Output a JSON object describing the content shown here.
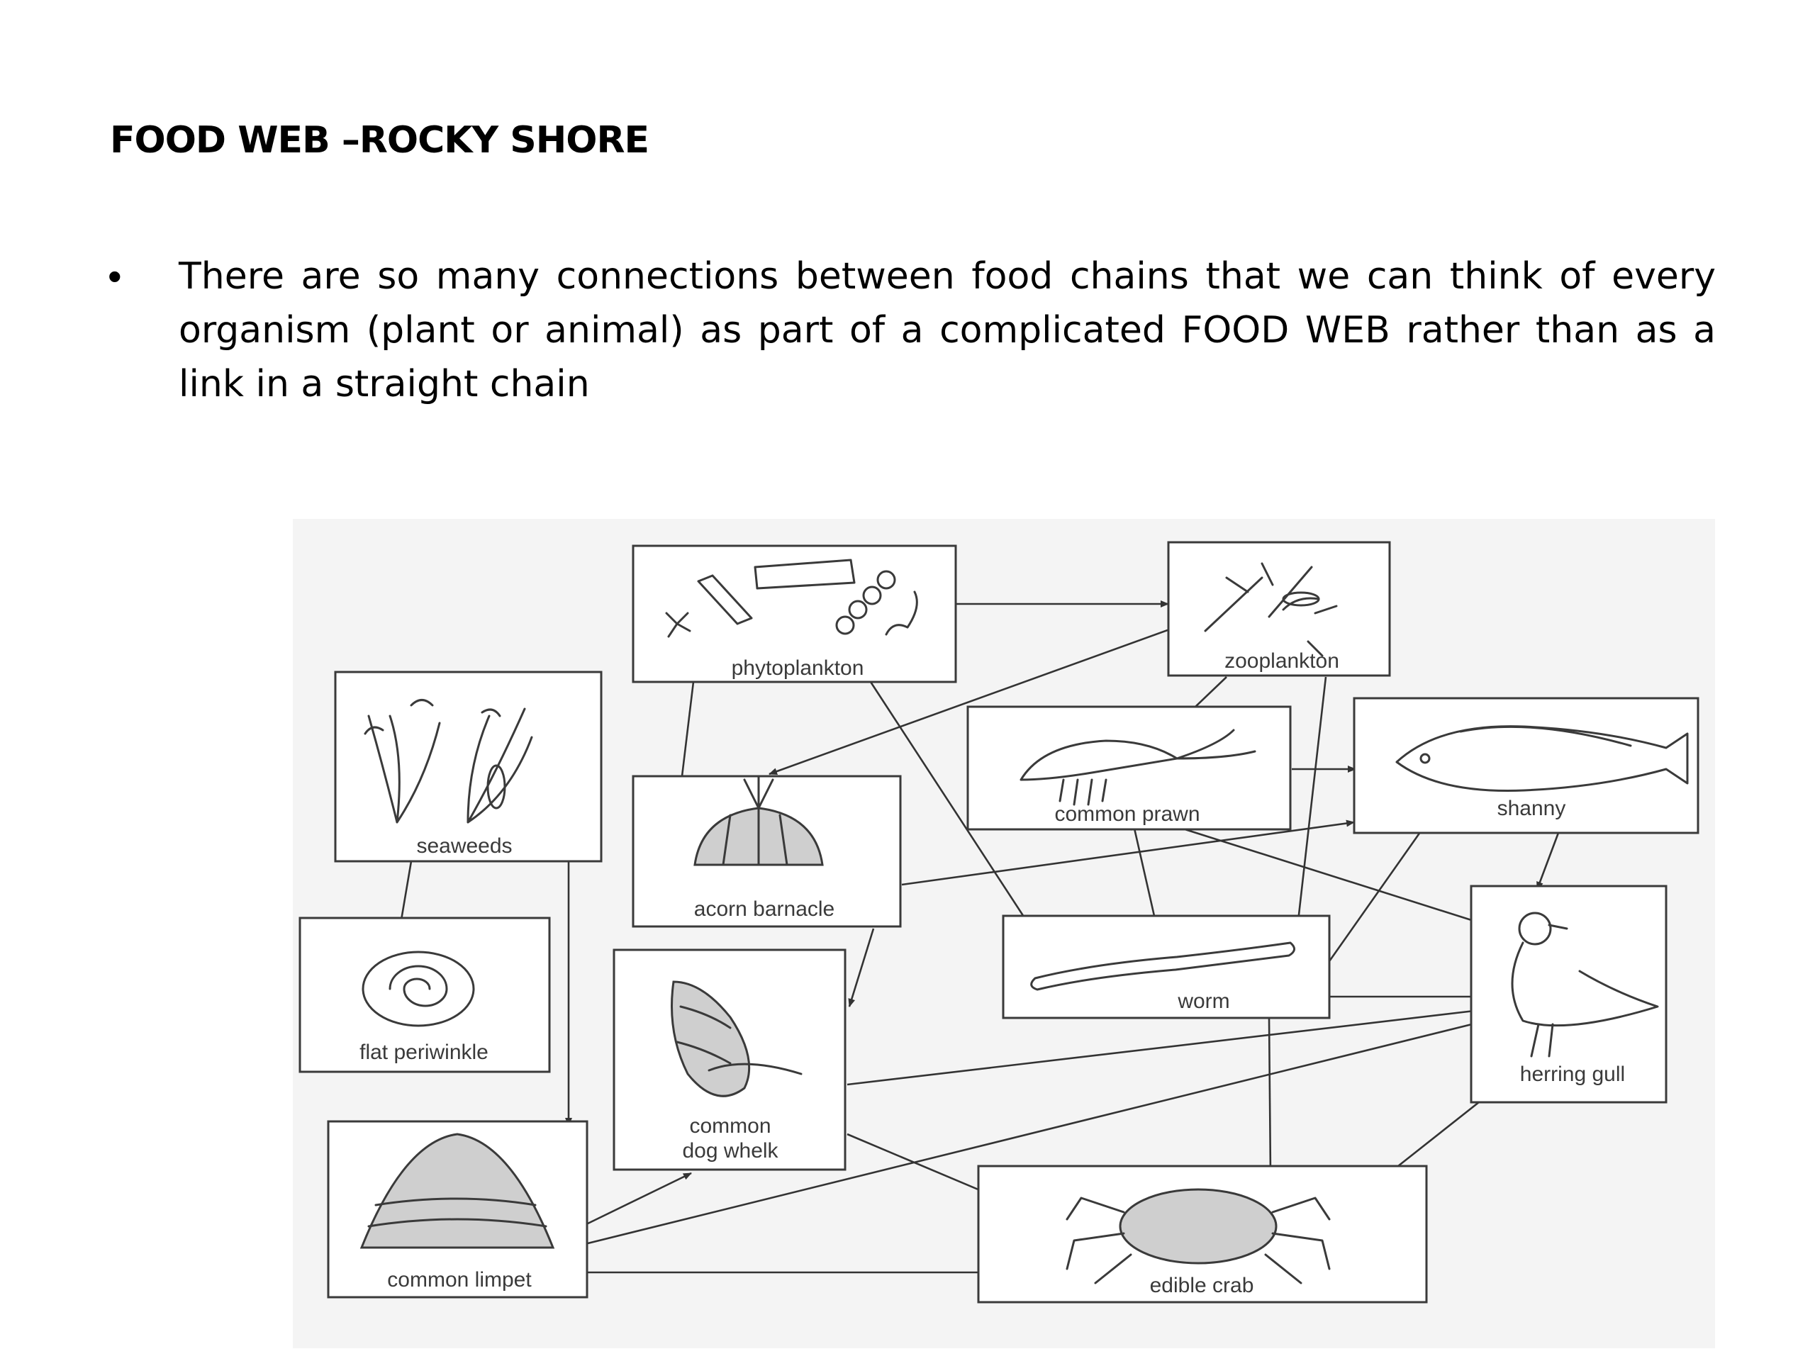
{
  "title": "FOOD WEB –ROCKY SHORE",
  "bullet": {
    "symbol": "•",
    "text": "There are so many connections between food chains that we can think of every organism (plant or animal) as part of a complicated FOOD WEB rather than as a link in a straight chain"
  },
  "diagram": {
    "organisms": [
      {
        "id": "phytoplankton",
        "label": "phytoplankton",
        "icon": "phytoplankton-icon"
      },
      {
        "id": "zooplankton",
        "label": "zooplankton",
        "icon": "zooplankton-icon"
      },
      {
        "id": "seaweeds",
        "label": "seaweeds",
        "icon": "seaweed-icon"
      },
      {
        "id": "common_prawn",
        "label": "common prawn",
        "icon": "prawn-icon"
      },
      {
        "id": "shanny",
        "label": "shanny",
        "icon": "fish-icon"
      },
      {
        "id": "acorn_barnacle",
        "label": "acorn barnacle",
        "icon": "barnacle-icon"
      },
      {
        "id": "flat_periwinkle",
        "label": "flat periwinkle",
        "icon": "periwinkle-icon"
      },
      {
        "id": "common_dog_whelk",
        "label": "common dog whelk",
        "label_lines": [
          "common",
          "dog whelk"
        ],
        "icon": "whelk-icon"
      },
      {
        "id": "worm",
        "label": "worm",
        "icon": "worm-icon"
      },
      {
        "id": "herring_gull",
        "label": "herring gull",
        "icon": "gull-icon"
      },
      {
        "id": "common_limpet",
        "label": "common limpet",
        "icon": "limpet-icon"
      },
      {
        "id": "edible_crab",
        "label": "edible crab",
        "icon": "crab-icon"
      }
    ],
    "links": [
      {
        "from": "phytoplankton",
        "to": "zooplankton"
      },
      {
        "from": "phytoplankton",
        "to": "acorn_barnacle"
      },
      {
        "from": "phytoplankton",
        "to": "worm"
      },
      {
        "from": "zooplankton",
        "to": "acorn_barnacle"
      },
      {
        "from": "zooplankton",
        "to": "common_prawn"
      },
      {
        "from": "zooplankton",
        "to": "worm"
      },
      {
        "from": "seaweeds",
        "to": "flat_periwinkle"
      },
      {
        "from": "seaweeds",
        "to": "common_limpet"
      },
      {
        "from": "common_prawn",
        "to": "shanny"
      },
      {
        "from": "common_prawn",
        "to": "herring_gull"
      },
      {
        "from": "worm",
        "to": "common_prawn"
      },
      {
        "from": "worm",
        "to": "shanny"
      },
      {
        "from": "worm",
        "to": "herring_gull"
      },
      {
        "from": "worm",
        "to": "edible_crab"
      },
      {
        "from": "acorn_barnacle",
        "to": "shanny"
      },
      {
        "from": "acorn_barnacle",
        "to": "common_dog_whelk"
      },
      {
        "from": "shanny",
        "to": "herring_gull"
      },
      {
        "from": "common_dog_whelk",
        "to": "herring_gull"
      },
      {
        "from": "common_dog_whelk",
        "to": "edible_crab"
      },
      {
        "from": "common_limpet",
        "to": "common_dog_whelk"
      },
      {
        "from": "common_limpet",
        "to": "herring_gull"
      },
      {
        "from": "common_limpet",
        "to": "edible_crab"
      },
      {
        "from": "edible_crab",
        "to": "herring_gull"
      }
    ]
  }
}
